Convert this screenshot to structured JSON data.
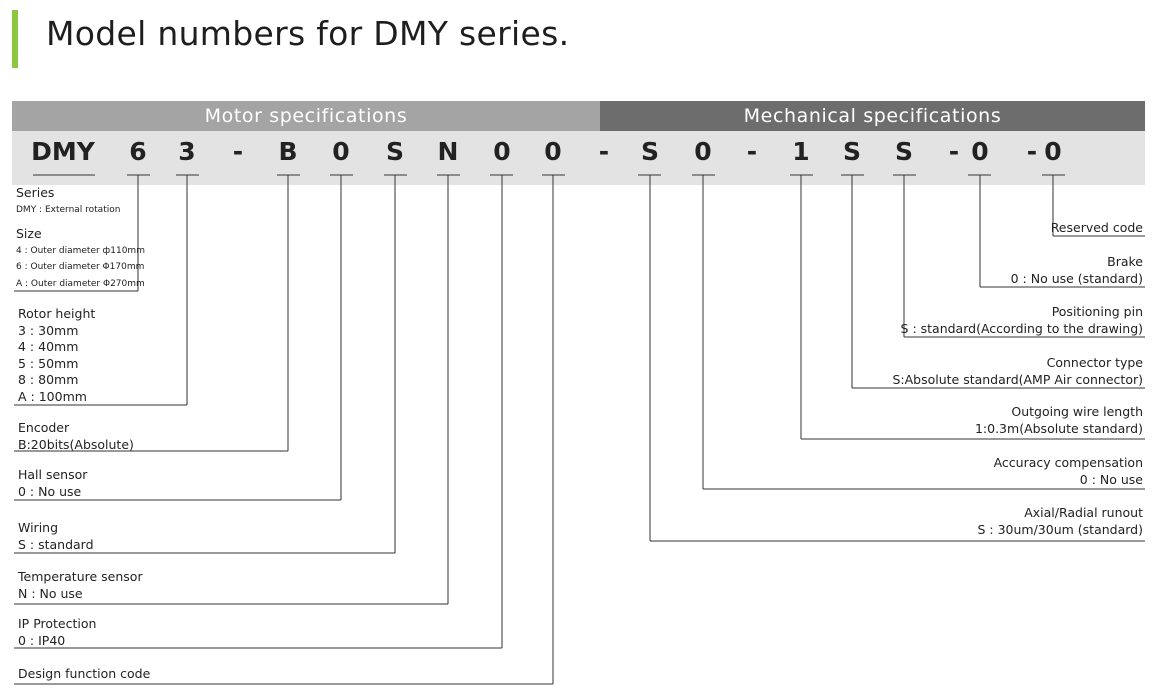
{
  "title": "Model numbers for DMY series.",
  "bands": {
    "motor": "Motor specifications",
    "mechanical": "Mechanical specifications"
  },
  "code_chars": [
    "DMY",
    "6",
    "3",
    "-",
    "B",
    "0",
    "S",
    "N",
    "0",
    "0",
    "-",
    "S",
    "0",
    "-",
    "1",
    "S",
    "S",
    "-",
    "0",
    "-",
    "0"
  ],
  "left_specs": [
    {
      "title": "Series",
      "lines": [
        "DMY : External rotation"
      ]
    },
    {
      "title": "Size",
      "lines": [
        "4 : Outer diameter  ф110mm",
        "6 : Outer diameter Φ170mm",
        "A : Outer diameter Φ270mm"
      ]
    },
    {
      "title": "Rotor height",
      "lines": [
        "3 : 30mm",
        "4 : 40mm",
        "5 : 50mm",
        "8 : 80mm",
        "A : 100mm"
      ]
    },
    {
      "title": "Encoder",
      "lines": [
        "B:20bits(Absolute)"
      ]
    },
    {
      "title": "Hall sensor",
      "lines": [
        "0 : No use"
      ]
    },
    {
      "title": "Wiring",
      "lines": [
        "S : standard"
      ]
    },
    {
      "title": "Temperature sensor",
      "lines": [
        "N : No use"
      ]
    },
    {
      "title": "IP Protection",
      "lines": [
        "0 : IP40"
      ]
    },
    {
      "title": "Design function code",
      "lines": []
    }
  ],
  "right_specs": [
    {
      "title": "Reserved code",
      "lines": []
    },
    {
      "title": "Brake",
      "lines": [
        "0 : No use (standard)"
      ]
    },
    {
      "title": "Positioning pin",
      "lines": [
        "S : standard(According to the drawing)"
      ]
    },
    {
      "title": "Connector type",
      "lines": [
        "S:Absolute standard(AMP Air connector)"
      ]
    },
    {
      "title": "Outgoing wire length",
      "lines": [
        "1:0.3m(Absolute standard)"
      ]
    },
    {
      "title": "Accuracy compensation",
      "lines": [
        "0 : No use"
      ]
    },
    {
      "title": "Axial/Radial runout",
      "lines": [
        "S : 30um/30um (standard)"
      ]
    }
  ]
}
